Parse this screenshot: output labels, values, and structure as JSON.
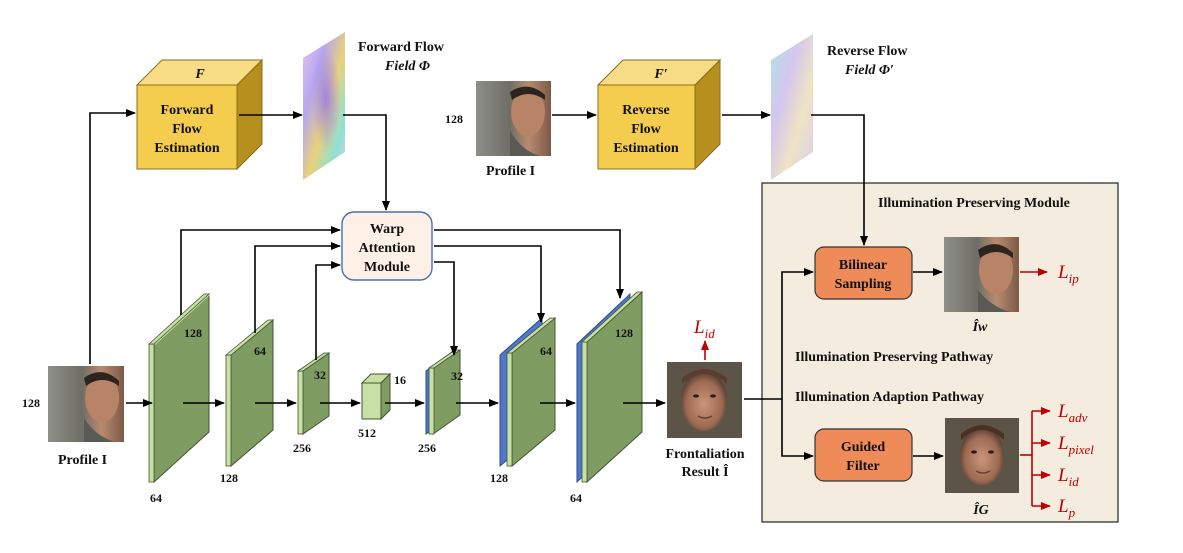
{
  "blocks": {
    "forward_flow": {
      "symbol": "F",
      "line1": "Forward",
      "line2": "Flow",
      "line3": "Estimation"
    },
    "reverse_flow": {
      "symbol": "F′",
      "line1": "Reverse",
      "line2": "Flow",
      "line3": "Estimation"
    },
    "warp_attention": {
      "line1": "Warp",
      "line2": "Attention",
      "line3": "Module"
    },
    "bilinear": {
      "line1": "Bilinear",
      "line2": "Sampling"
    },
    "guided": {
      "line1": "Guided",
      "line2": "Filter"
    }
  },
  "flow_fields": {
    "forward": {
      "line1": "Forward Flow",
      "line2": "Field Φ"
    },
    "reverse": {
      "line1": "Reverse Flow",
      "line2": "Field Φ′"
    }
  },
  "profiles": {
    "left": {
      "label": "Profile I",
      "size": "128"
    },
    "top": {
      "label": "Profile I",
      "size": "128"
    }
  },
  "encoder": [
    {
      "channels": "128",
      "spatial": "64"
    },
    {
      "channels": "64",
      "spatial": "128"
    },
    {
      "channels": "32",
      "spatial": "256"
    },
    {
      "channels": "16",
      "spatial": "512"
    }
  ],
  "decoder": [
    {
      "channels": "32",
      "spatial": "256"
    },
    {
      "channels": "64",
      "spatial": "128"
    },
    {
      "channels": "128",
      "spatial": "64"
    }
  ],
  "result": {
    "line1": "Frontaliation",
    "line2": "Result Î"
  },
  "ipm": {
    "title": "Illumination Preserving Module",
    "preserve_path": "Illumination Preserving Pathway",
    "adapt_path": "Illumination Adaption Pathway",
    "iw_label": "Îw",
    "ig_label": "ÎG"
  },
  "losses": {
    "top": {
      "main": "L",
      "sub": "id"
    },
    "ip": {
      "main": "L",
      "sub": "ip"
    },
    "adv": {
      "main": "L",
      "sub": "adv"
    },
    "pixel": {
      "main": "L",
      "sub": "pixel"
    },
    "id": {
      "main": "L",
      "sub": "id"
    },
    "p": {
      "main": "L",
      "sub": "p"
    }
  },
  "colors": {
    "cube_front": "#f5cd4e",
    "cube_top": "#f8dd86",
    "cube_side": "#b68f1f",
    "feat_dark": "#7f9c62",
    "feat_light": "#c7e0a5",
    "decoder_blue": "#4f77cf",
    "ipm_box": "#f4ecdf",
    "orange_box": "#ef8b59",
    "warp_box": "#fdf0e6",
    "loss_red": "#c00000"
  }
}
